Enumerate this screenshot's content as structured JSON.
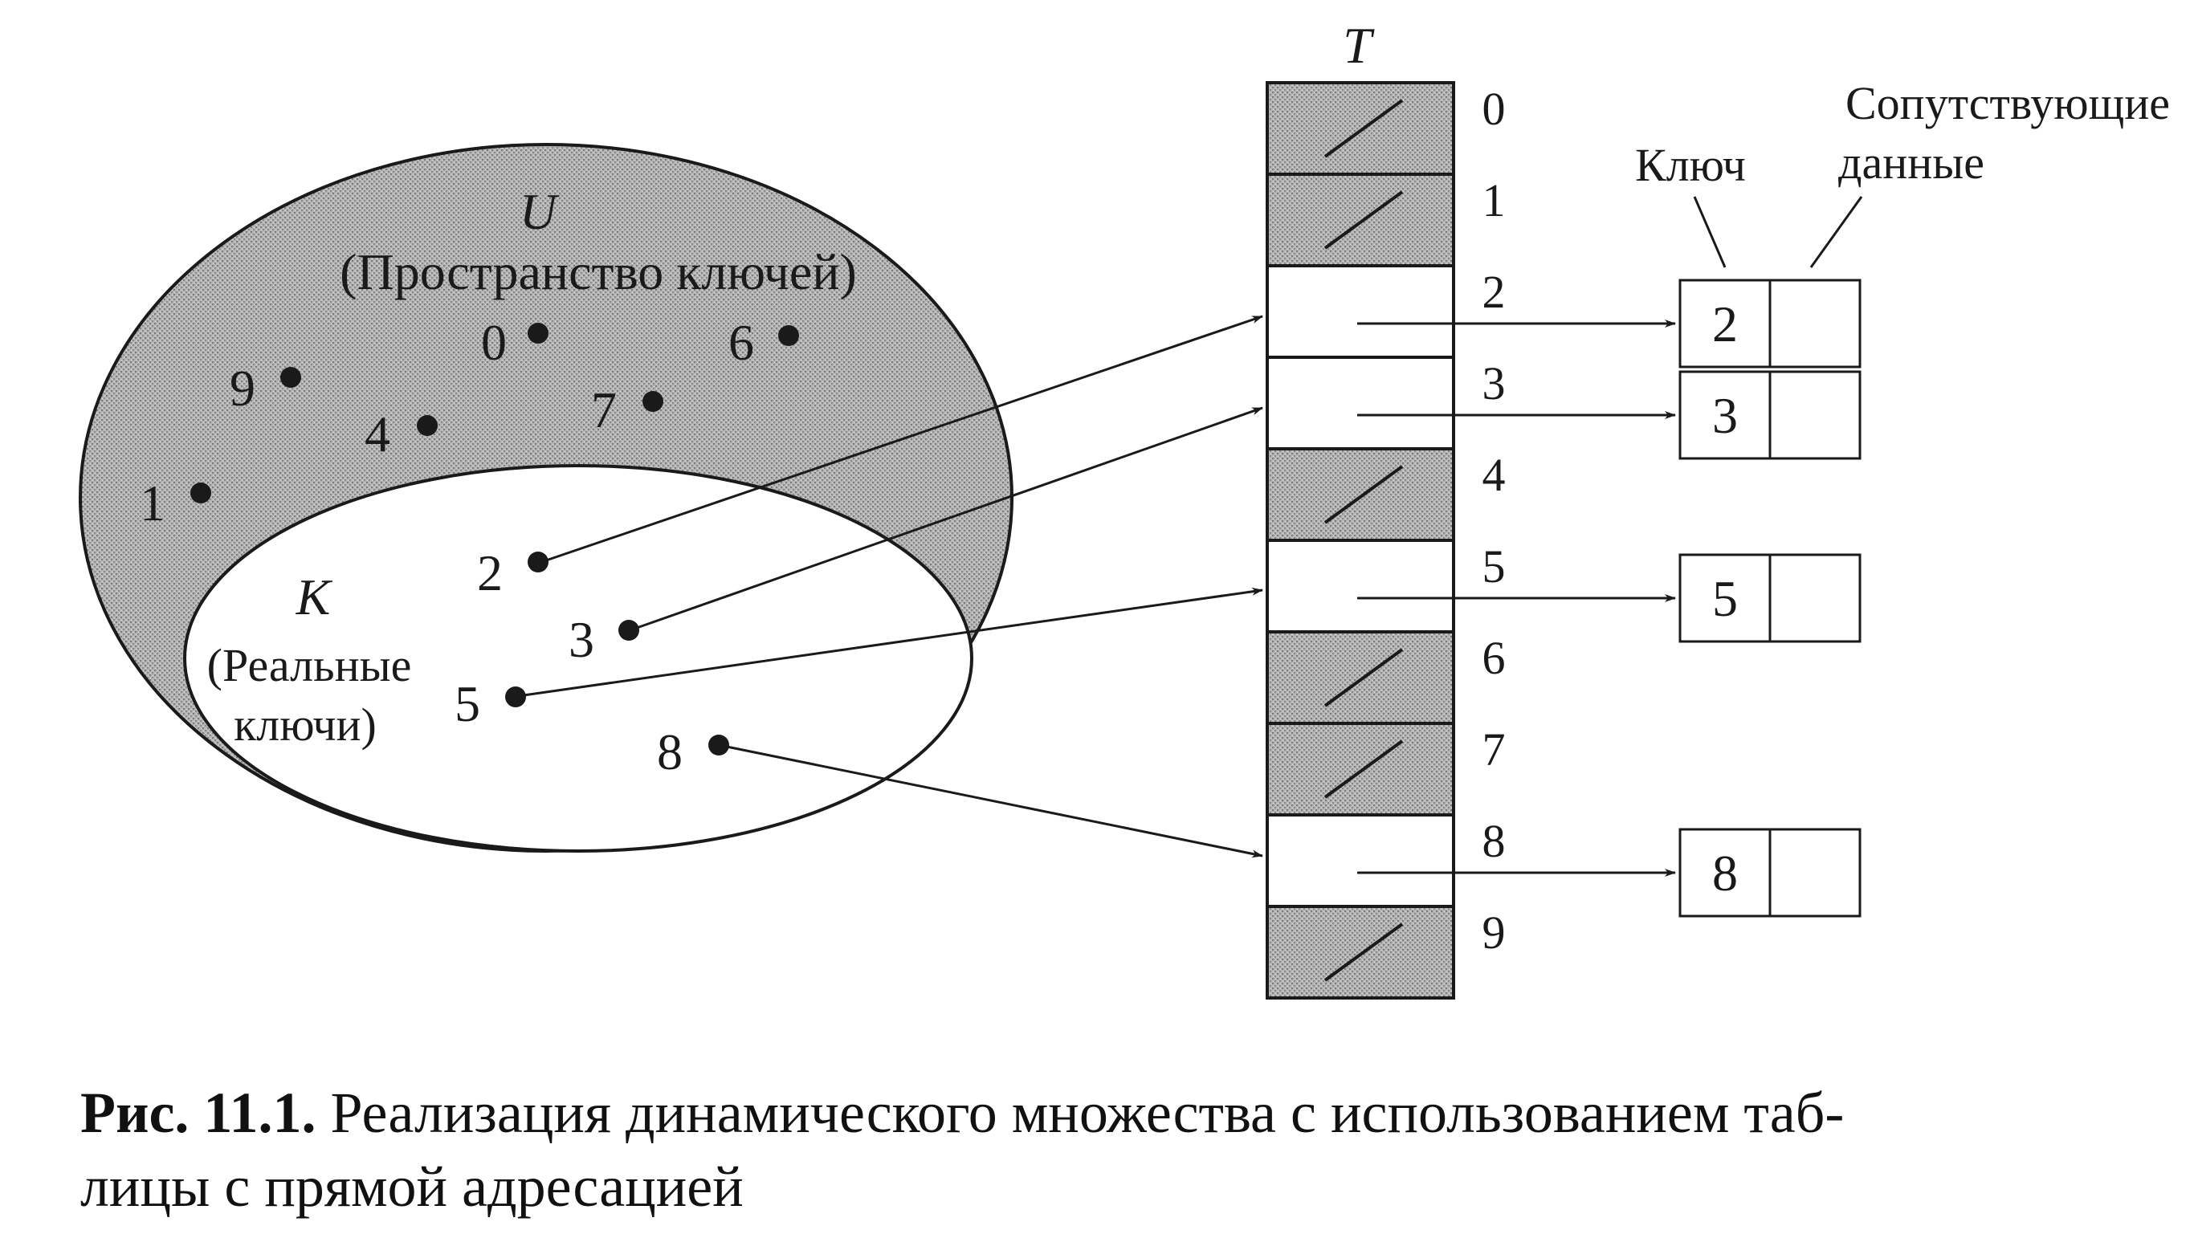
{
  "universe": {
    "symbol": "U",
    "label": "(Пространство ключей)",
    "unused_keys": [
      "0",
      "6",
      "9",
      "7",
      "4",
      "1"
    ]
  },
  "actual": {
    "symbol": "K",
    "label_line1": "(Реальные",
    "label_line2": "ключи)",
    "keys": [
      "2",
      "3",
      "5",
      "8"
    ]
  },
  "table": {
    "symbol": "T",
    "indices": [
      "0",
      "1",
      "2",
      "3",
      "4",
      "5",
      "6",
      "7",
      "8",
      "9"
    ],
    "occupied": [
      false,
      false,
      true,
      true,
      false,
      true,
      false,
      false,
      true,
      false
    ]
  },
  "records": {
    "key_header": "Ключ",
    "data_header_line1": "Сопутствующие",
    "data_header_line2": "данные",
    "keys": [
      "2",
      "3",
      "5",
      "8"
    ]
  },
  "caption": {
    "figure": "Рис. 11.1.",
    "text_line1": " Реализация динамического множества с использованием таб-",
    "text_line2": "лицы с прямой адресацией"
  },
  "colors": {
    "hatch_fill": "#a9a9a9",
    "ink": "#1a1a1a",
    "paper": "#ffffff"
  }
}
